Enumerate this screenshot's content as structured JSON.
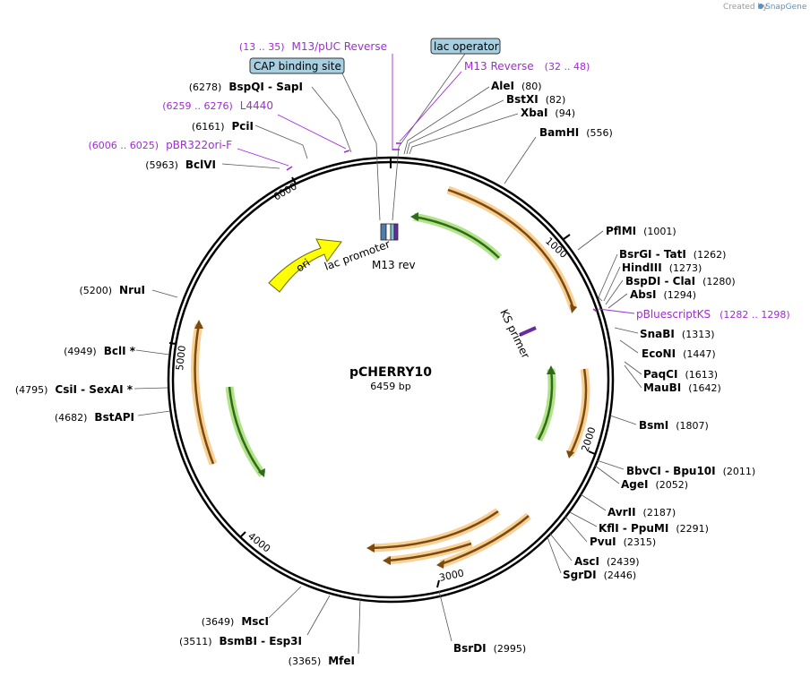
{
  "watermark": {
    "created_by": "Created by",
    "brand": "SnapGene"
  },
  "plasmid": {
    "name": "pCHERRY10",
    "size_label": "6459 bp",
    "length": 6459
  },
  "features": {
    "ori": "ori",
    "lac_promoter": "lac promoter",
    "m13_rev": "M13 rev",
    "ks_primer": "KS primer"
  },
  "boxed_labels": {
    "cap": "CAP binding site",
    "lac_operator": "lac operator"
  },
  "ticks": [
    "1000",
    "2000",
    "3000",
    "4000",
    "5000",
    "6000"
  ],
  "sites": [
    {
      "names": "AleI",
      "pos": "(80)"
    },
    {
      "names": "BstXI",
      "pos": "(82)"
    },
    {
      "names": "XbaI",
      "pos": "(94)"
    },
    {
      "names": "BamHI",
      "pos": "(556)"
    },
    {
      "names": "PflMI",
      "pos": "(1001)"
    },
    {
      "names": "BsrGI  - TatI",
      "pos": "(1262)"
    },
    {
      "names": "HindIII",
      "pos": "(1273)"
    },
    {
      "names": "BspDI  - ClaI",
      "pos": "(1280)"
    },
    {
      "names": "AbsI",
      "pos": "(1294)"
    },
    {
      "names": "SnaBI",
      "pos": "(1313)"
    },
    {
      "names": "EcoNI",
      "pos": "(1447)"
    },
    {
      "names": "PaqCI",
      "pos": "(1613)"
    },
    {
      "names": "MauBI",
      "pos": "(1642)"
    },
    {
      "names": "BsmI",
      "pos": "(1807)"
    },
    {
      "names": "BbvCI  - Bpu10I",
      "pos": "(2011)"
    },
    {
      "names": "AgeI",
      "pos": "(2052)"
    },
    {
      "names": "AvrII",
      "pos": "(2187)"
    },
    {
      "names": "KflI  - PpuMI",
      "pos": "(2291)"
    },
    {
      "names": "PvuI",
      "pos": "(2315)"
    },
    {
      "names": "AscI",
      "pos": "(2439)"
    },
    {
      "names": "SgrDI",
      "pos": "(2446)"
    },
    {
      "names": "BsrDI",
      "pos": "(2995)"
    },
    {
      "names": "MfeI",
      "pos": "(3365)"
    },
    {
      "names": "BsmBI  - Esp3I",
      "pos": "(3511)"
    },
    {
      "names": "MscI",
      "pos": "(3649)"
    },
    {
      "names": "BstAPI",
      "pos": "(4682)"
    },
    {
      "names": "CsiI  - SexAI *",
      "pos": "(4795)"
    },
    {
      "names": "BclI *",
      "pos": "(4949)"
    },
    {
      "names": "NruI",
      "pos": "(5200)"
    },
    {
      "names": "BclVI",
      "pos": "(5963)"
    },
    {
      "names": "PciI",
      "pos": "(6161)"
    },
    {
      "names": "BspQI  - SapI",
      "pos": "(6278)"
    }
  ],
  "primers": [
    {
      "name": "M13/pUC Reverse",
      "range": "(13 .. 35)"
    },
    {
      "name": "M13 Reverse",
      "range": "(32 .. 48)"
    },
    {
      "name": "L4440",
      "range": "(6259 .. 6276)"
    },
    {
      "name": "pBR322ori-F",
      "range": "(6006 .. 6025)"
    },
    {
      "name": "pBluescriptKS",
      "range": "(1282 .. 1298)"
    }
  ],
  "colors": {
    "backbone": "#000000",
    "orange_feature": "#f4a93c",
    "green_feature": "#7fd13b",
    "ori": "#ffff00",
    "primer": "#a12bd6",
    "box_fill": "#a7cfe0"
  }
}
